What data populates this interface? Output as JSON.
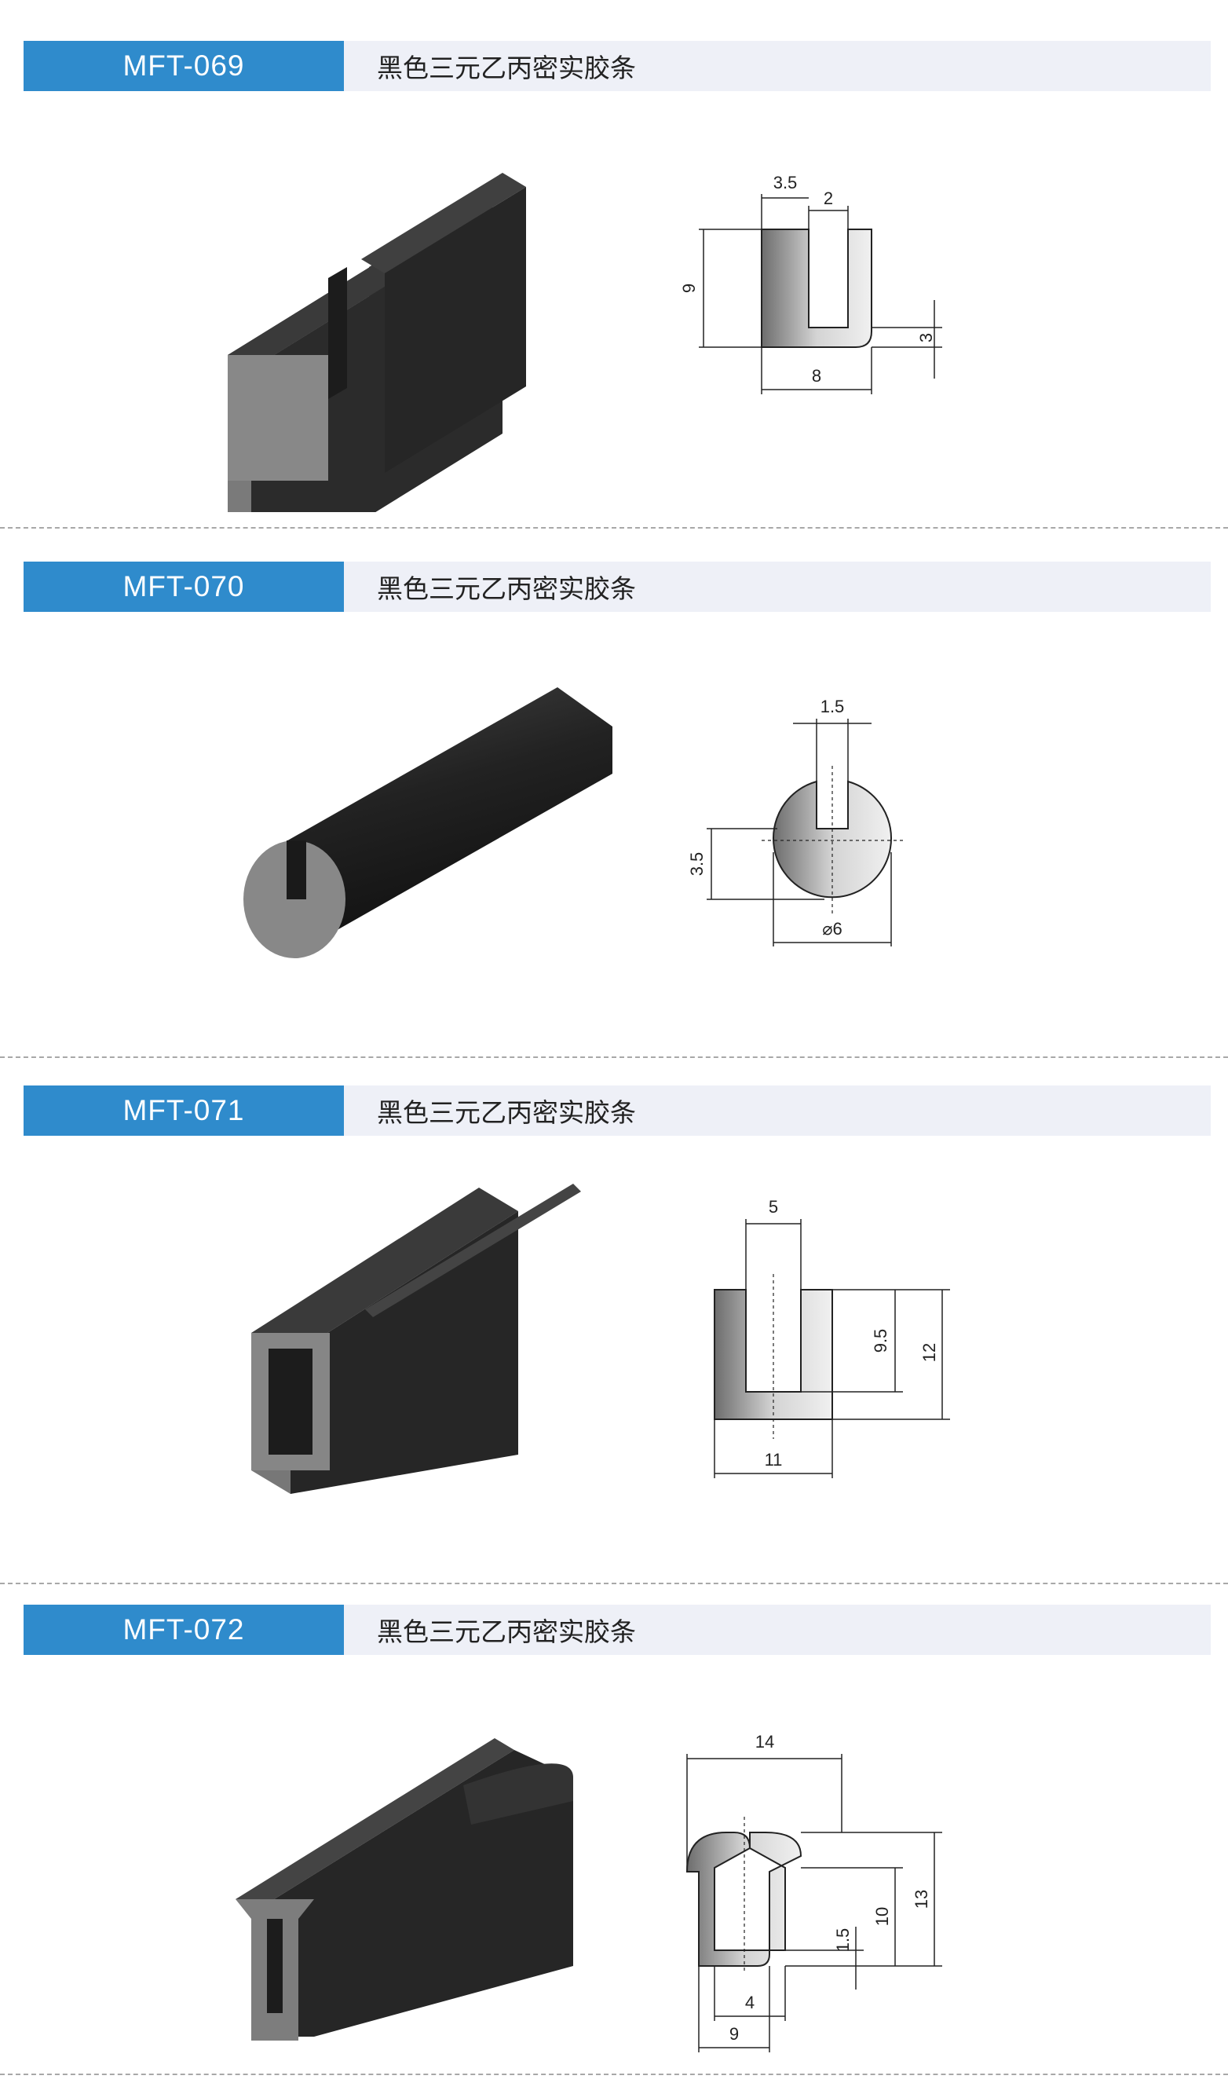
{
  "products": [
    {
      "code": "MFT-069",
      "name": "黑色三元乙丙密实胶条",
      "dims": {
        "top_left": "3.5",
        "slot": "2",
        "height": "9",
        "base": "3",
        "width": "8"
      }
    },
    {
      "code": "MFT-070",
      "name": "黑色三元乙丙密实胶条",
      "dims": {
        "slot": "1.5",
        "center": "3.5",
        "diameter": "⌀6"
      }
    },
    {
      "code": "MFT-071",
      "name": "黑色三元乙丙密实胶条",
      "dims": {
        "slot": "5",
        "inner": "9.5",
        "height": "12",
        "width": "11"
      }
    },
    {
      "code": "MFT-072",
      "name": "黑色三元乙丙密实胶条",
      "dims": {
        "top_width": "14",
        "inner": "10",
        "height": "13",
        "base": "1.5",
        "slot": "4",
        "width": "9"
      }
    }
  ]
}
